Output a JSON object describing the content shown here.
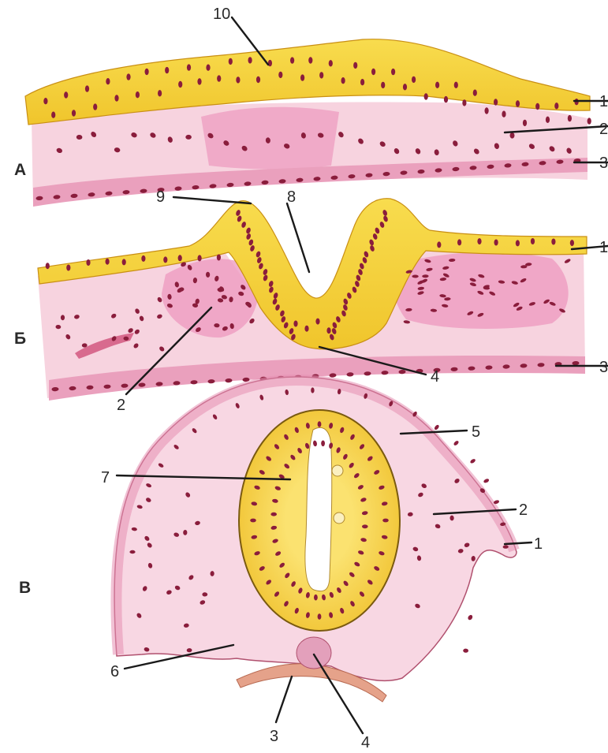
{
  "panels": {
    "a": "А",
    "b": "Б",
    "c": "В"
  },
  "labels": {
    "n1": "1",
    "n2": "2",
    "n3": "3",
    "n4": "4",
    "n5": "5",
    "n6": "6",
    "n7": "7",
    "n8": "8",
    "n9": "9",
    "n10": "10"
  },
  "colors": {
    "neural_yellow": "#f6d23a",
    "neural_edge": "#c98f14",
    "mesenchyme_pink": "#f6cfdc",
    "tissue_pink": "#e88ab0",
    "nucleus": "#8a1d3c",
    "ectoderm_border": "#b0506e"
  }
}
